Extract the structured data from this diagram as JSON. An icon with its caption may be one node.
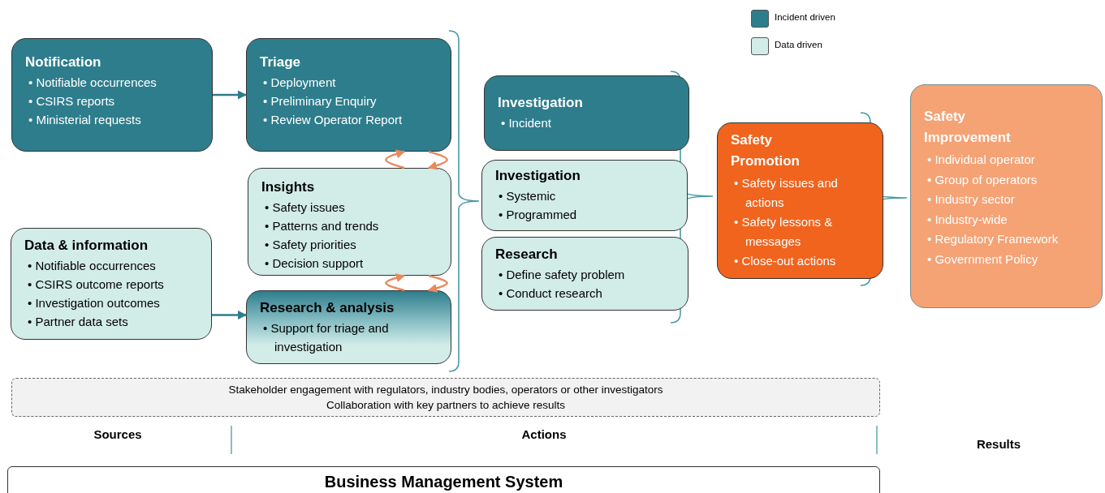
{
  "diagram": {
    "nodes": [
      {
        "text": [
          "Notification",
          "• Notifiable occurrences",
          "• CSIRS reports",
          "• Ministerial requests"
        ]
      },
      {
        "text": [
          "Triage",
          "• Deployment",
          "• Preliminary Enquiry",
          "• Review Operator Report"
        ]
      },
      {
        "text": [
          "Insights",
          "• Safety issues",
          "• Patterns and trends",
          "• Safety priorities",
          "• Decision support"
        ]
      },
      {
        "text": [
          "Data & information",
          "• Notifiable occurrences",
          "• CSIRS outcome reports",
          "• Investigation outcomes",
          "• Partner data sets"
        ]
      },
      {
        "text": [
          "Research & analysis",
          "• Support for triage and investigation"
        ]
      },
      {
        "text": [
          "Investigation",
          "• Incident"
        ]
      },
      {
        "text": [
          "Investigation",
          "• Systemic",
          "• Programmed"
        ]
      },
      {
        "text": [
          "Research",
          "• Define safety problem",
          "• Conduct research"
        ]
      },
      {
        "text": [
          "Safety Promotion",
          "• Safety issues and actions",
          "• Safety lessons & messages",
          "• Close-out actions"
        ]
      },
      {
        "text": [
          "Safety Improvement",
          "• Individual operator",
          "• Group of operators",
          "• Industry sector",
          "• Industry-wide",
          "• Regulatory Framework",
          "• Government Policy"
        ]
      },
      {
        "text": [
          "Stakeholder engagement with regulators, industry bodies, operators or other investigators",
          "Collaboration with key partners to achieve results"
        ]
      },
      {
        "text": [
          "Business Management System"
        ]
      }
    ],
    "edges": [
      {
        "from": 0,
        "to": 1,
        "arrow": "to",
        "color": "#2e7d8c"
      },
      {
        "from": 3,
        "to": 4,
        "arrow": "to",
        "color": "#2e7d8c"
      },
      {
        "from": 1,
        "to": 2,
        "arrow": "to",
        "color": "#e8895e"
      },
      {
        "from": 2,
        "to": 1,
        "arrow": "to",
        "color": "#e8895e"
      },
      {
        "from": 2,
        "to": 4,
        "arrow": "to",
        "color": "#e8895e"
      },
      {
        "from": 4,
        "to": 2,
        "arrow": "to",
        "color": "#e8895e"
      }
    ],
    "labels": [
      "Sources",
      "Actions",
      "Results"
    ],
    "legend": [
      {
        "text": "Incident driven",
        "color": "#2e7d8c"
      },
      {
        "text": "Data driven",
        "color": "#d2ece8"
      }
    ]
  }
}
